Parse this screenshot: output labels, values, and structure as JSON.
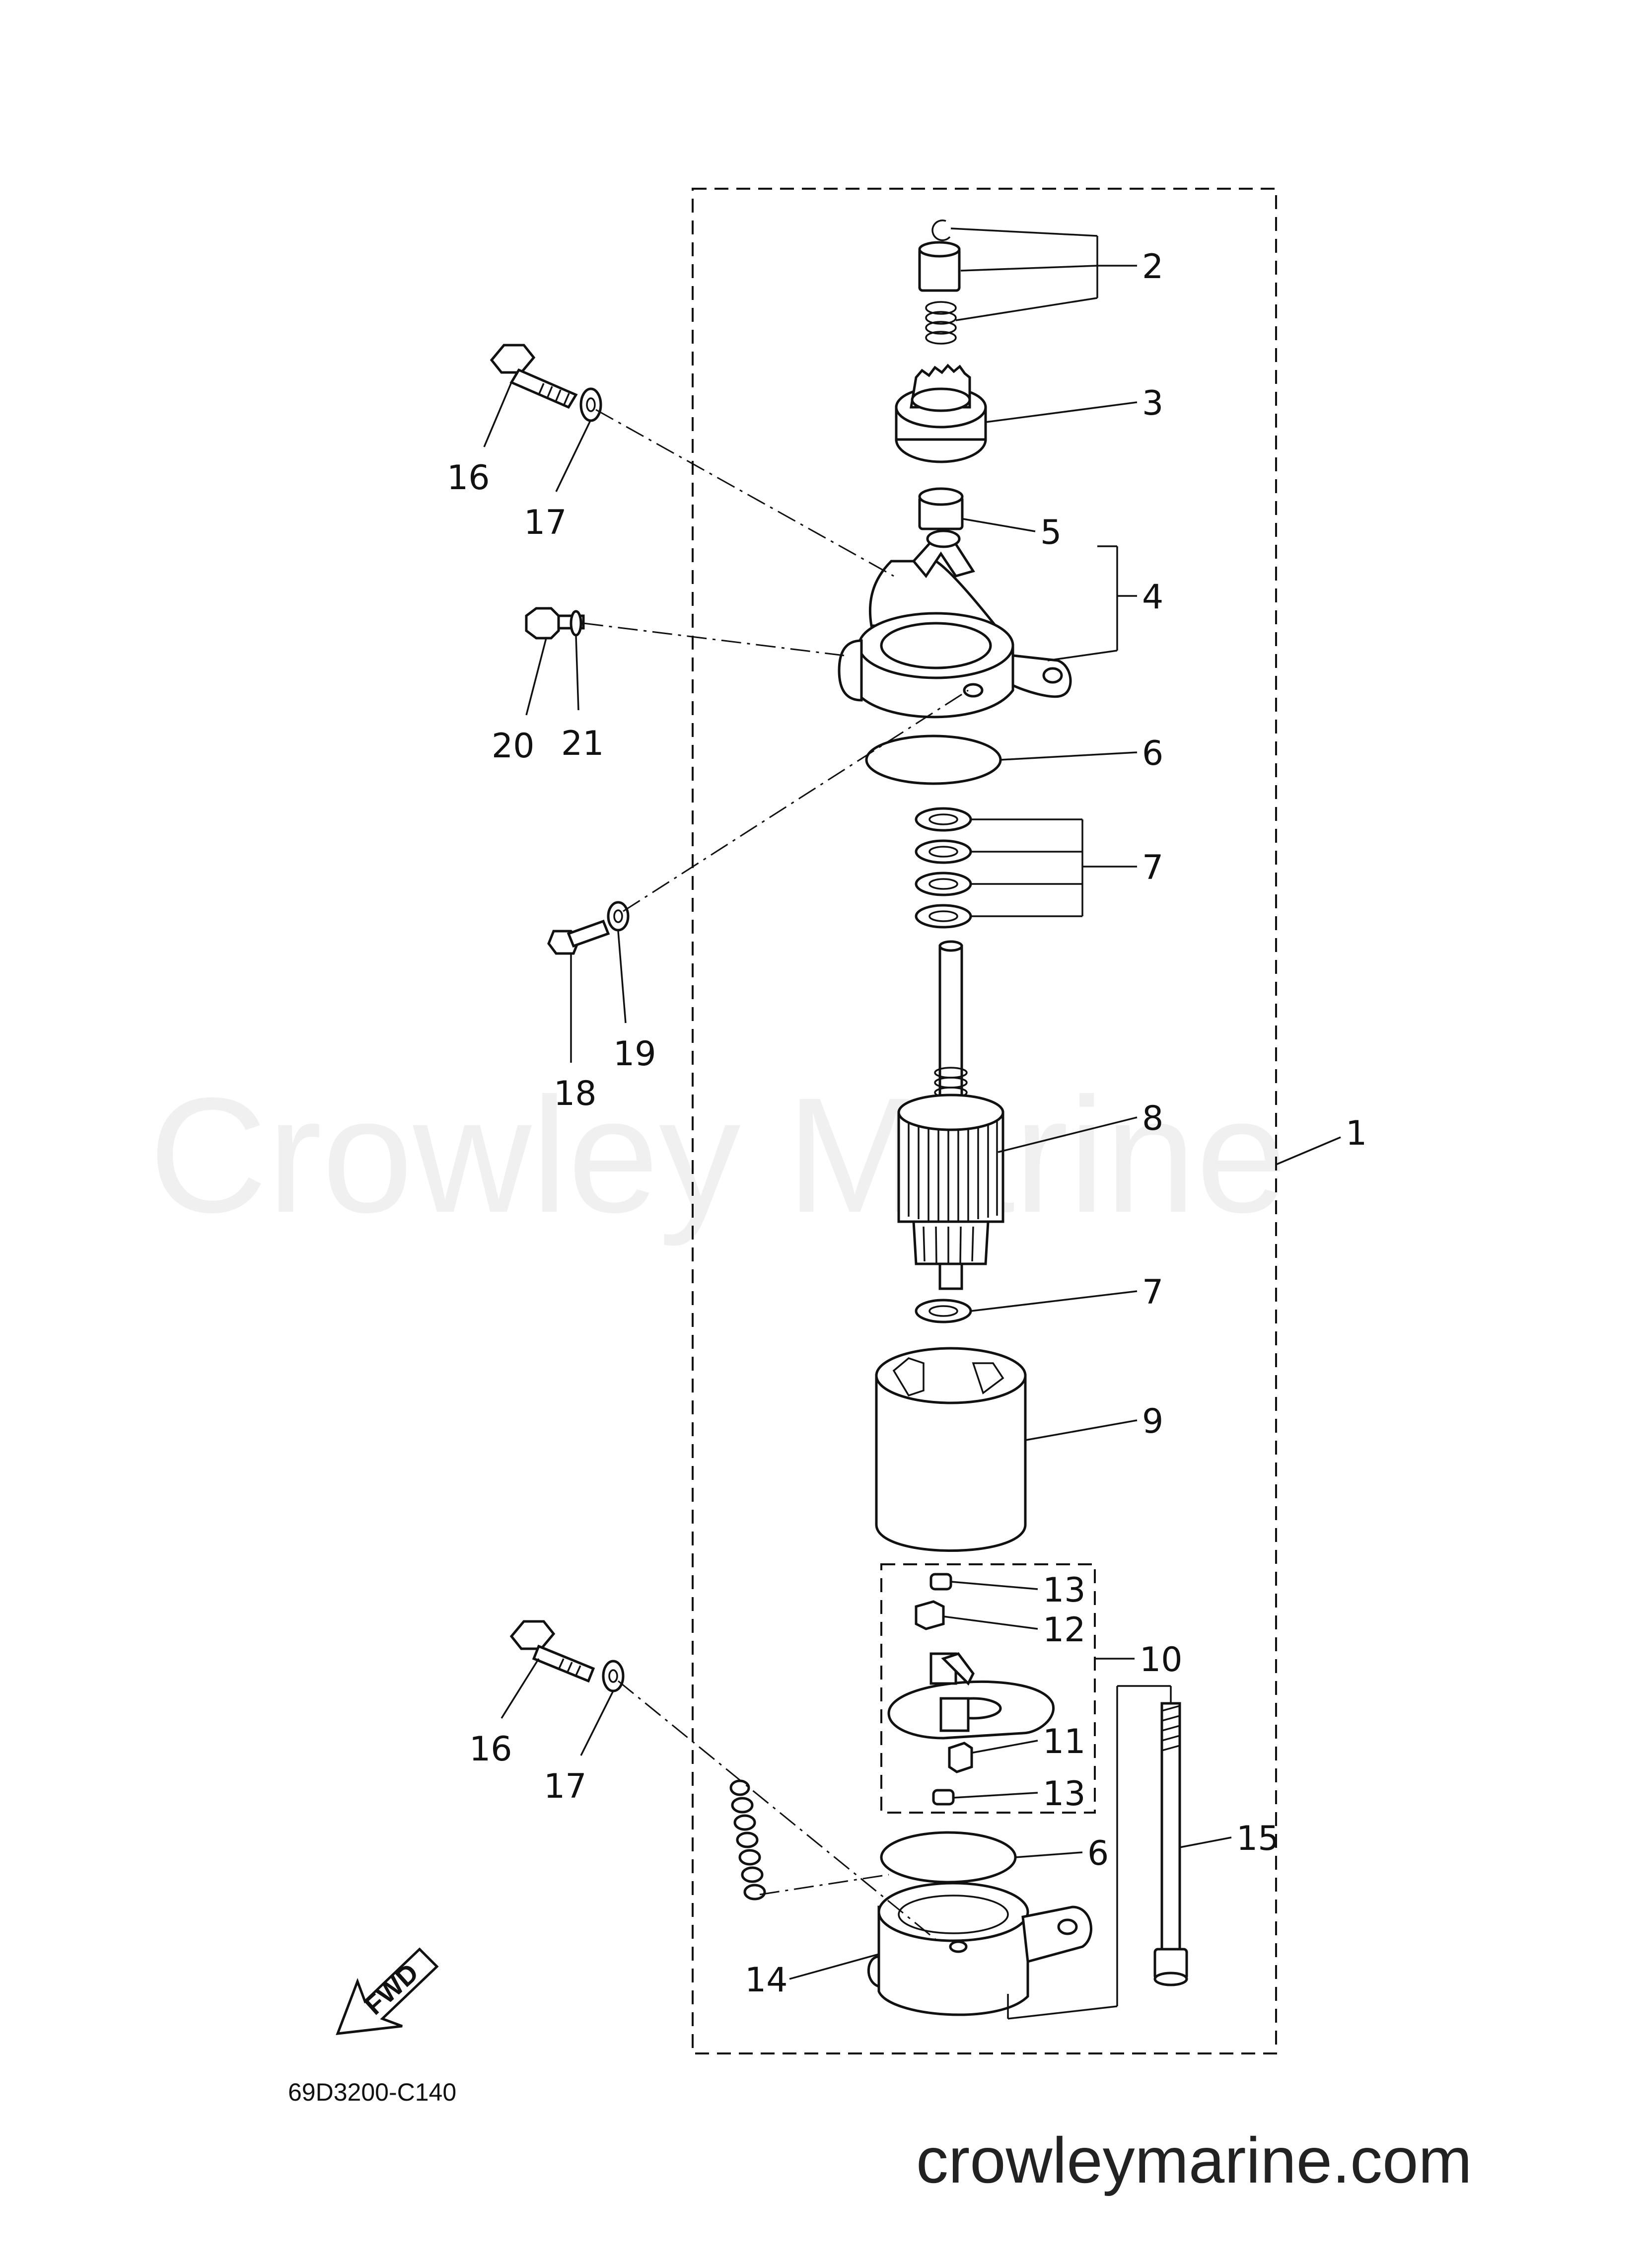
{
  "watermark": "Crowley Marine",
  "website": "crowleymarine.com",
  "diagram_code": "69D3200-C140",
  "fwd_label": "FWD",
  "labels": {
    "l1": "1",
    "l2": "2",
    "l3": "3",
    "l4": "4",
    "l5": "5",
    "l6a": "6",
    "l6b": "6",
    "l7a": "7",
    "l7b": "7",
    "l8": "8",
    "l9": "9",
    "l10": "10",
    "l11": "11",
    "l12": "12",
    "l13a": "13",
    "l13b": "13",
    "l14": "14",
    "l15": "15",
    "l16a": "16",
    "l16b": "16",
    "l17a": "17",
    "l17b": "17",
    "l18": "18",
    "l19": "19",
    "l20": "20",
    "l21": "21"
  }
}
